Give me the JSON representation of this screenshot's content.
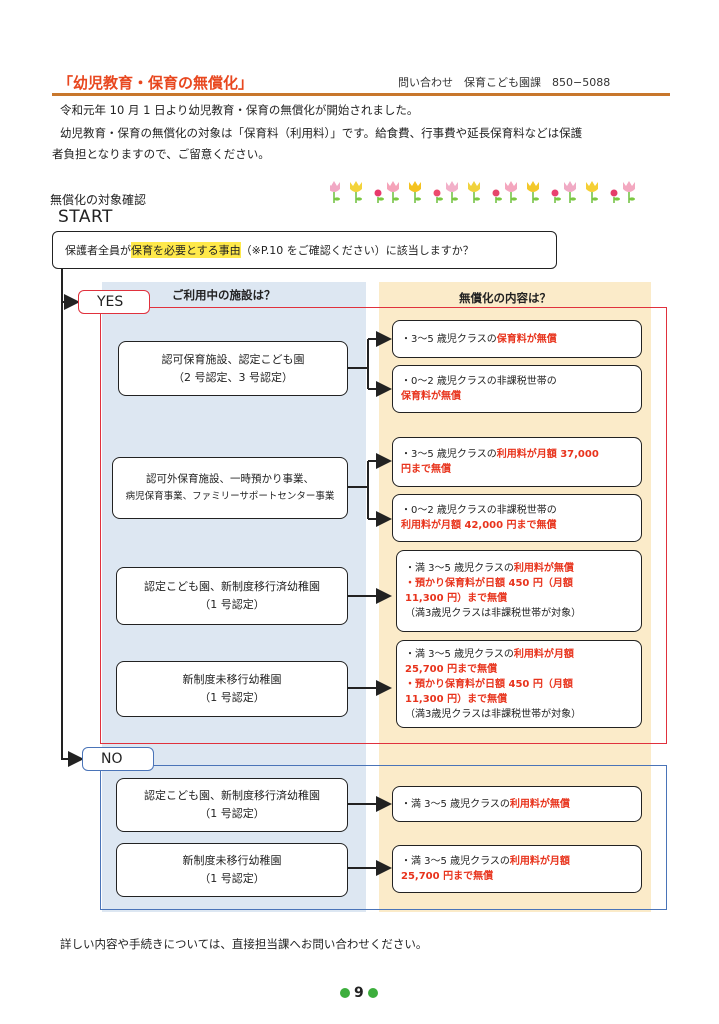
{
  "header": {
    "title": "「幼児教育・保育の無償化」",
    "contact": "問い合わせ　保育こども園課　850−5088"
  },
  "intro": [
    "令和元年 10 月 1 日より幼児教育・保育の無償化が開始されました。",
    "幼児教育・保育の無償化の対象は「保育料（利用料）」です。給食費、行事費や延長保育料などは保護",
    "者負担となりますので、ご留意ください。"
  ],
  "section_label": "無償化の対象確認",
  "start_label": "START",
  "question": {
    "prefix": "保護者全員が",
    "highlight": "保育を必要とする事由",
    "suffix": "（※P.10 をご確認ください）に該当しますか？"
  },
  "columns": {
    "left": "ご利用中の施設は？",
    "right": "無償化の内容は？"
  },
  "yes_label": "YES",
  "no_label": "NO",
  "yes_facilities": [
    {
      "line1": "認可保育施設、認定こども園",
      "line2": "（2 号認定、3 号認定）"
    },
    {
      "line1": "認可外保育施設、一時預かり事業、",
      "line2": "病児保育事業、ファミリーサポートセンター事業"
    },
    {
      "line1": "認定こども園、新制度移行済幼稚園",
      "line2": "（1 号認定）"
    },
    {
      "line1": "新制度未移行幼稚園",
      "line2": "（1 号認定）"
    }
  ],
  "yes_results": {
    "r1": {
      "a": "・3〜5 歳児クラスの",
      "b": "保育料が無償"
    },
    "r2": {
      "a": "・0〜2 歳児クラスの非課税世帯の",
      "b": "保育料が無償"
    },
    "r3": {
      "a": "・3〜5 歳児クラスの",
      "b": "利用料が月額 37,000",
      "c": "円まで無償"
    },
    "r4": {
      "a": "・0〜2 歳児クラスの非課税世帯の",
      "b": "利用料が月額 42,000 円まで無償"
    },
    "r5": {
      "a": "・満 3〜5 歳児クラスの",
      "b": "利用料が無償",
      "c": "・預かり保育料が日額 450 円（月額",
      "d": "11,300 円）まで無償",
      "e": "（満3歳児クラスは非課税世帯が対象）"
    },
    "r6": {
      "a": "・満 3〜5 歳児クラスの",
      "b": "利用料が月額",
      "c": "25,700 円まで無償",
      "d": "・預かり保育料が日額 450 円（月額",
      "e": "11,300 円）まで無償",
      "f": "（満3歳児クラスは非課税世帯が対象）"
    }
  },
  "no_facilities": [
    {
      "line1": "認定こども園、新制度移行済幼稚園",
      "line2": "（1 号認定）"
    },
    {
      "line1": "新制度未移行幼稚園",
      "line2": "（1 号認定）"
    }
  ],
  "no_results": {
    "r1": {
      "a": "・満 3〜5 歳児クラスの",
      "b": "利用料が無償"
    },
    "r2": {
      "a": "・満 3〜5 歳児クラスの",
      "b": "利用料が月額",
      "c": "25,700 円まで無償"
    }
  },
  "footer_note": "詳しい内容や手続きについては、直接担当課へお問い合わせください。",
  "page_number": "9",
  "colors": {
    "accent_red": "#e8331c",
    "rule_brown": "#c8772c",
    "yes_red": "#e0313d",
    "no_blue": "#4a74b8",
    "col_blue": "#dde7f2",
    "col_cream": "#fbebc9"
  },
  "decoration": [
    "tulip-icon",
    "flower-icon"
  ]
}
